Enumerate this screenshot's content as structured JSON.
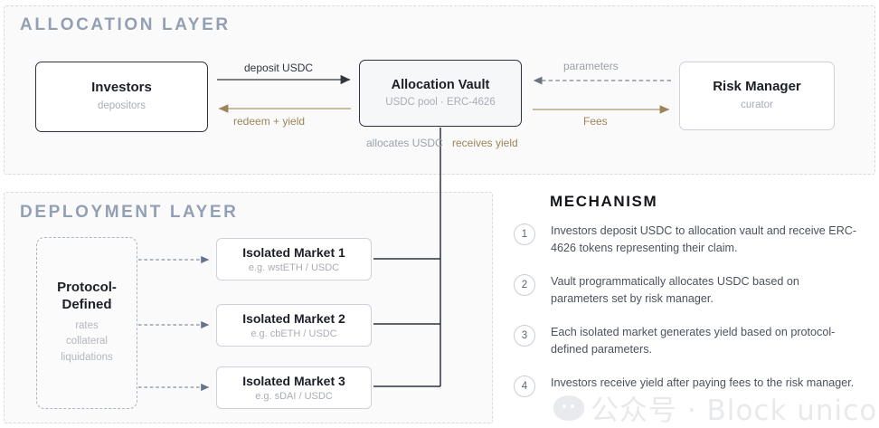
{
  "layers": {
    "allocation": {
      "title": "ALLOCATION LAYER"
    },
    "deployment": {
      "title": "DEPLOYMENT LAYER"
    }
  },
  "nodes": {
    "investors": {
      "title": "Investors",
      "subtitle": "depositors"
    },
    "vault": {
      "title": "Allocation Vault",
      "subtitle": "USDC pool · ERC-4626"
    },
    "risk_manager": {
      "title": "Risk Manager",
      "subtitle": "curator"
    },
    "protocol": {
      "title": "Protocol-Defined",
      "subtitle": "rates\ncollateral\nliquidations"
    }
  },
  "markets": [
    {
      "title": "Isolated Market 1",
      "subtitle": "e.g. wstETH / USDC"
    },
    {
      "title": "Isolated Market 2",
      "subtitle": "e.g. cbETH / USDC"
    },
    {
      "title": "Isolated Market 3",
      "subtitle": "e.g. sDAI / USDC"
    }
  ],
  "edges": {
    "deposit": "deposit USDC",
    "redeem": "redeem + yield",
    "parameters": "parameters",
    "fees": "Fees",
    "allocates": "allocates USDC",
    "receives": "receives yield"
  },
  "mechanism": {
    "title": "MECHANISM",
    "steps": [
      {
        "num": "1",
        "text": "Investors deposit USDC to allocation vault and receive ERC-4626 tokens representing their claim."
      },
      {
        "num": "2",
        "text": "Vault programmatically allocates USDC based on parameters set by risk manager."
      },
      {
        "num": "3",
        "text": "Each isolated market generates yield based on protocol-defined parameters."
      },
      {
        "num": "4",
        "text": "Investors receive yield after paying fees to the risk manager."
      }
    ]
  },
  "watermark": {
    "text": "公众号 · Block unicorn"
  },
  "colors": {
    "layer_title": "#93a0b4",
    "gold": "#9c8458",
    "dark_line": "#31353d",
    "muted": "#9aa0aa",
    "box_border_dark": "#2d3340",
    "box_border_light": "#ccd1da",
    "protocol_dash": "#aab6c8",
    "layer_bg": "#fafafa"
  }
}
